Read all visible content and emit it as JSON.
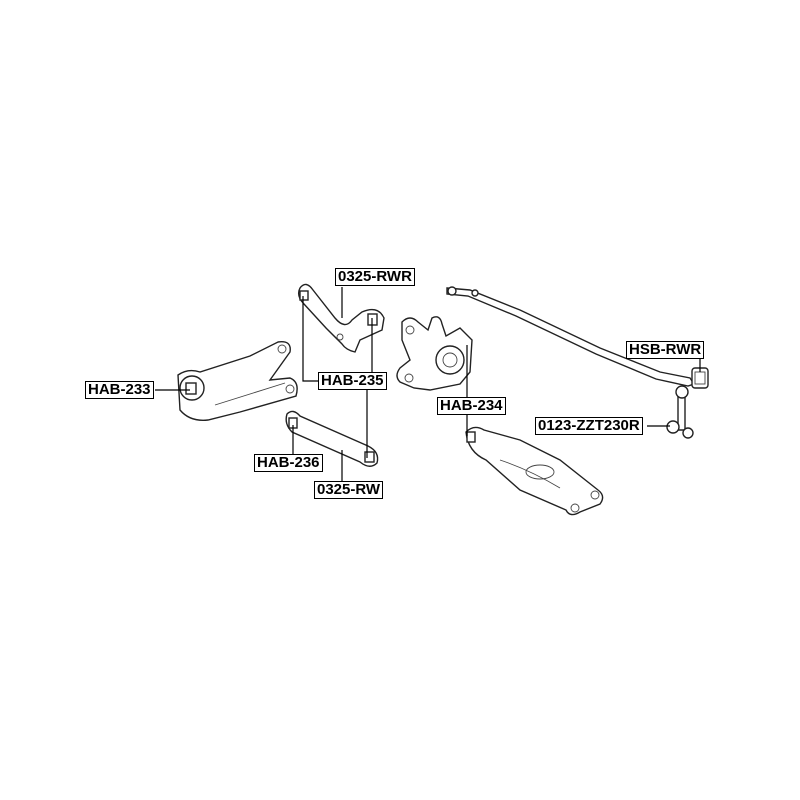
{
  "labels": {
    "l0325_rwr": "0325-RWR",
    "hab_233": "HAB-233",
    "hab_235": "HAB-235",
    "hab_234": "HAB-234",
    "hsb_rwr": "HSB-RWR",
    "l0123_zzt230r": "0123-ZZT230R",
    "hab_236": "HAB-236",
    "l0325_rw": "0325-RW"
  }
}
